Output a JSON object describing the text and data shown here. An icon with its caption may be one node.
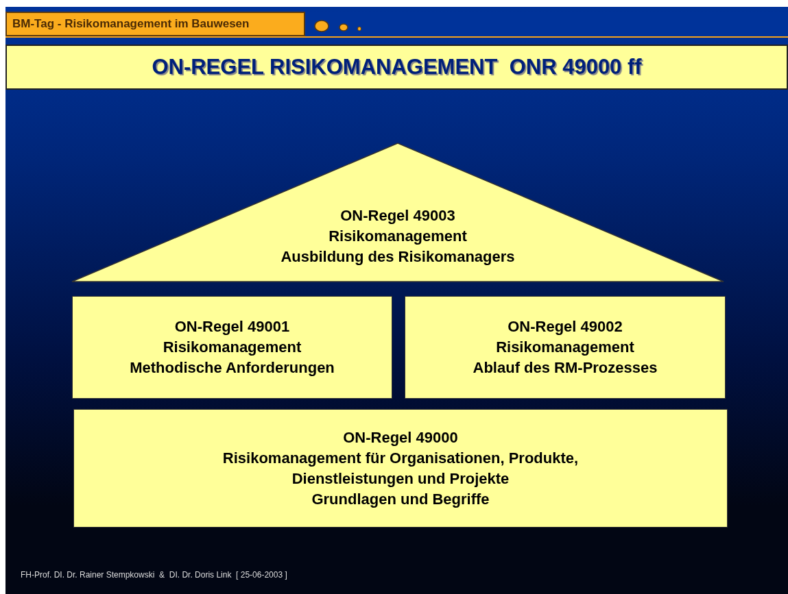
{
  "diagram": {
    "title": "ON-REGEL RISIKOMANAGEMENT  ONR 49000 ff",
    "nodes": [
      {
        "text": [
          "ON-Regel 49003",
          "Risikomanagement",
          "Ausbildung des Risikomanagers"
        ]
      },
      {
        "text": [
          "ON-Regel 49001",
          "Risikomanagement",
          "Methodische Anforderungen"
        ]
      },
      {
        "text": [
          "ON-Regel 49002",
          "Risikomanagement",
          "Ablauf des RM-Prozesses"
        ]
      },
      {
        "text": [
          "ON-Regel 49000",
          "Risikomanagement für Organisationen, Produkte, Dienstleistungen und Projekte",
          "Grundlagen und Begriffe"
        ]
      }
    ],
    "labels": [
      "BM-Tag - Risikomanagement im Bauwesen",
      "FH-Prof. DI. Dr. Rainer Stempkowski  &  DI. Dr. Doris Link  [ 25-06-2003 ]"
    ]
  }
}
